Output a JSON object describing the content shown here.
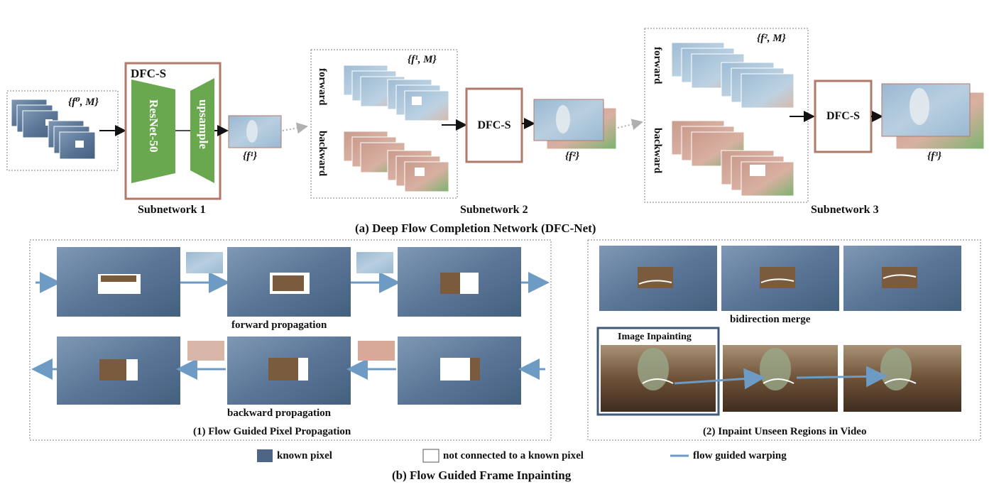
{
  "colors": {
    "frame_border": "#b07a6a",
    "known_pixel": "#4f6585",
    "flow_warp": "#6d9bc3",
    "green_block": "#6aa84f",
    "dashed_box": "#808080",
    "scene_blue": "#5c7a9e",
    "flow_pink": "#d9a89a",
    "flow_lightblue": "#a8c4da"
  },
  "dfc_net": {
    "caption": "(a) Deep Flow Completion Network (DFC-Net)",
    "subnetwork1": {
      "title": "Subnetwork 1",
      "block_title": "DFC-S",
      "encoder": "ResNet-50",
      "decoder": "upsample",
      "input_set": "{f⁰, M}",
      "output": "{f¹}"
    },
    "subnetwork2": {
      "title": "Subnetwork 2",
      "input_set": "{f¹, M}",
      "forward": "forward",
      "backward": "backward",
      "block": "DFC-S",
      "output": "{f²}"
    },
    "subnetwork3": {
      "title": "Subnetwork 3",
      "input_set": "{f², M}",
      "forward": "forward",
      "backward": "backward",
      "block": "DFC-S",
      "output": "{f³}"
    }
  },
  "frame_inpainting": {
    "caption": "(b) Flow Guided Frame Inpainting",
    "panel1": {
      "caption": "(1) Flow Guided Pixel Propagation",
      "forward_label": "forward propagation",
      "backward_label": "backward propagation"
    },
    "panel2": {
      "caption": "(2) Inpaint Unseen Regions in Video",
      "merge_label": "bidirection merge",
      "image_inpainting": "Image Inpainting"
    },
    "legend": {
      "known": "known pixel",
      "not_connected": "not connected to a known pixel",
      "warping": "flow guided warping"
    }
  }
}
